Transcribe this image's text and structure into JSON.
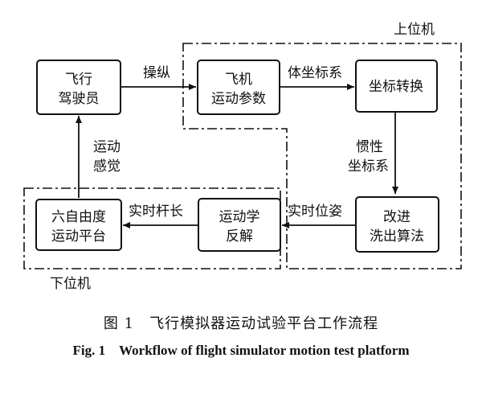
{
  "regions": {
    "upper": "上位机",
    "lower": "下位机"
  },
  "nodes": {
    "pilot": [
      "飞行",
      "驾驶员"
    ],
    "aircraft_params": [
      "飞机",
      "运动参数"
    ],
    "coord_transform": [
      "坐标转换"
    ],
    "washout": [
      "改进",
      "洗出算法"
    ],
    "inverse_kinematics": [
      "运动学",
      "反解"
    ],
    "platform": [
      "六自由度",
      "运动平台"
    ]
  },
  "edges": {
    "control": "操纵",
    "body_frame": "体坐标系",
    "inertial_frame": [
      "惯性",
      "坐标系"
    ],
    "realtime_pose": "实时位姿",
    "realtime_leg": "实时杆长",
    "motion_feel": [
      "运动",
      "感觉"
    ]
  },
  "caption": {
    "zh": "图 1　飞行模拟器运动试验平台工作流程",
    "en": "Fig. 1　Workflow of flight simulator motion test platform"
  }
}
